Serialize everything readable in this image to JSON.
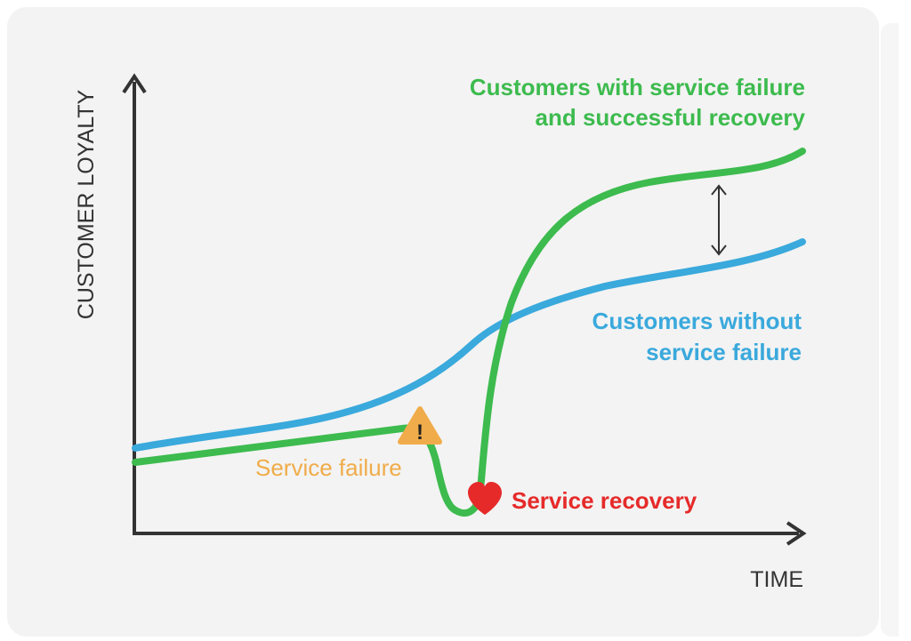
{
  "axes": {
    "y_label": "CUSTOMER LOYALTY",
    "x_label": "TIME"
  },
  "curves": {
    "recovered": {
      "label_line1": "Customers with service failure",
      "label_line2": "and successful recovery",
      "color": "#3dbb4e"
    },
    "baseline": {
      "label_line1": "Customers without",
      "label_line2": "service failure",
      "color": "#3aa9dc"
    }
  },
  "events": {
    "failure": {
      "label": "Service failure",
      "icon": "warning-triangle-icon",
      "icon_glyph": "!",
      "color": "#f0ac4a"
    },
    "recovery": {
      "label": "Service recovery",
      "icon": "heart-icon",
      "color": "#e62a2a"
    }
  },
  "colors": {
    "axis": "#333333",
    "background": "#f3f3f3"
  }
}
